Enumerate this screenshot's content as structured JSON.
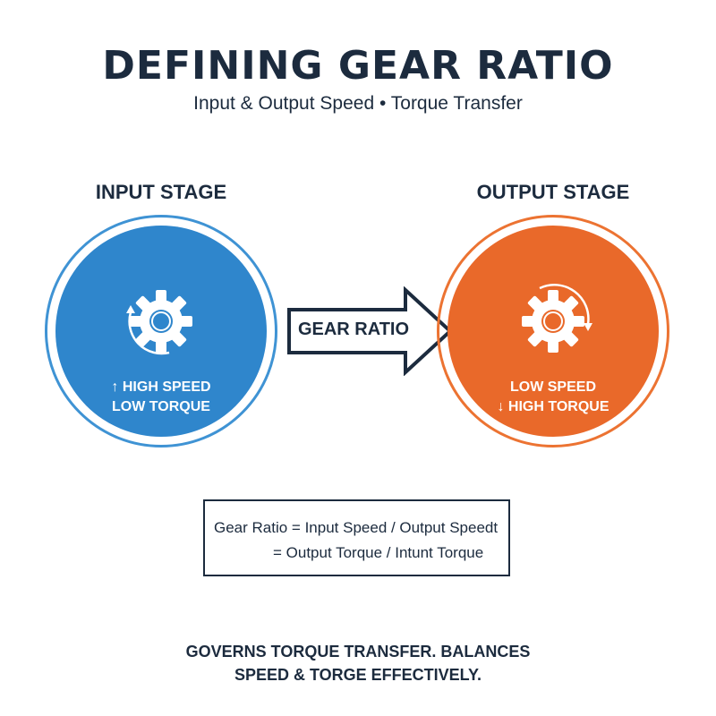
{
  "header": {
    "title": "DEFINING GEAR RATIO",
    "subtitle": "Input & Output Speed • Torque Transfer"
  },
  "input_stage": {
    "label": "INPUT STAGE",
    "line1": "↑ HIGH SPEED",
    "line2": "LOW TORQUE",
    "color": "#2f86cc"
  },
  "output_stage": {
    "label": "OUTPUT STAGE",
    "line1": "LOW SPEED",
    "line2": "↓ HIGH TORQUE",
    "color": "#e9692a"
  },
  "arrow": {
    "label": "GEAR RATIO"
  },
  "formula": {
    "line1": "Gear Ratio = Input Speed / Output Speedt",
    "line2": "= Output Torque / Intunt Torque"
  },
  "footer": {
    "line1": "GOVERNS TORQUE TRANSFER. BALANCES",
    "line2": "SPEED & TORGE EFFECTIVELY."
  },
  "icons": {
    "gear": "gear-icon",
    "rotation": "rotation-arrow-icon",
    "transfer": "right-arrow-icon"
  },
  "colors": {
    "text": "#1c2b3e",
    "input": "#2f86cc",
    "output": "#e9692a"
  }
}
